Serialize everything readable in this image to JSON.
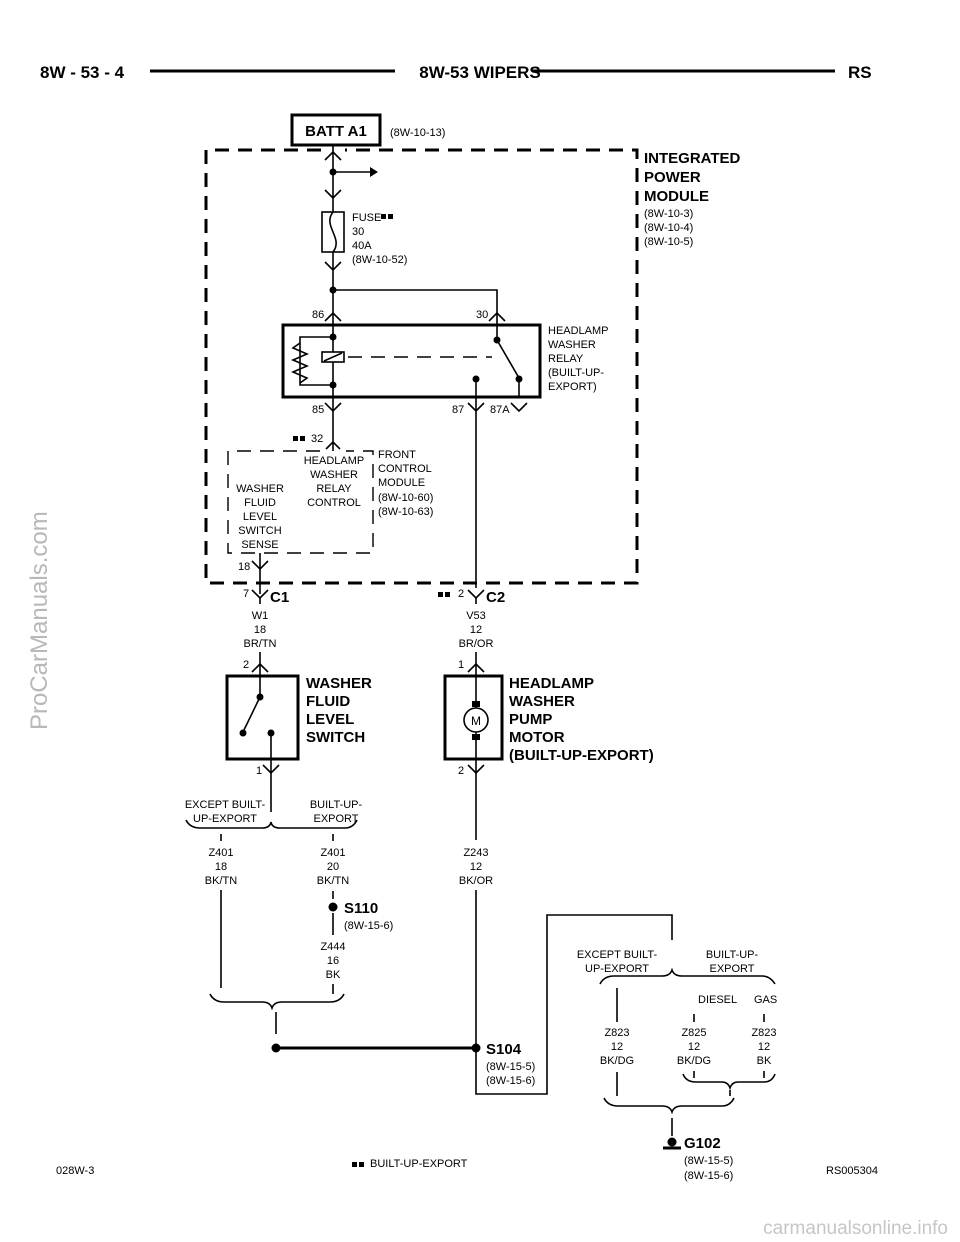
{
  "header": {
    "left": "8W - 53 - 4",
    "center": "8W-53 WIPERS",
    "right": "RS"
  },
  "batt": {
    "label": "BATT A1",
    "ref": "(8W-10-13)"
  },
  "ipm": {
    "title_lines": [
      "INTEGRATED",
      "POWER",
      "MODULE"
    ],
    "refs": [
      "(8W-10-3)",
      "(8W-10-4)",
      "(8W-10-5)"
    ]
  },
  "fuse": {
    "lines": [
      "FUSE",
      "30",
      "40A",
      "(8W-10-52)"
    ]
  },
  "relay": {
    "pins": {
      "p86": "86",
      "p30": "30",
      "p85": "85",
      "p87": "87",
      "p87a": "87A"
    },
    "label_lines": [
      "HEADLAMP",
      "WASHER",
      "RELAY",
      "(BUILT-UP-",
      "EXPORT)"
    ]
  },
  "fcm": {
    "pin32": "32",
    "pin18": "18",
    "relay_control_lines": [
      "HEADLAMP",
      "WASHER",
      "RELAY",
      "CONTROL"
    ],
    "sense_lines": [
      "WASHER",
      "FLUID",
      "LEVEL",
      "SWITCH",
      "SENSE"
    ],
    "label_lines": [
      "FRONT",
      "CONTROL",
      "MODULE",
      "(8W-10-60)",
      "(8W-10-63)"
    ]
  },
  "connectors": {
    "c1": {
      "name": "C1",
      "pin": "7"
    },
    "c2": {
      "name": "C2",
      "pin": "2"
    }
  },
  "wires": {
    "w1": [
      "W1",
      "18",
      "BR/TN"
    ],
    "v53": [
      "V53",
      "12",
      "BR/OR"
    ],
    "z401a": [
      "Z401",
      "18",
      "BK/TN"
    ],
    "z401b": [
      "Z401",
      "20",
      "BK/TN"
    ],
    "z243": [
      "Z243",
      "12",
      "BK/OR"
    ],
    "z444": [
      "Z444",
      "16",
      "BK"
    ],
    "z823a": [
      "Z823",
      "12",
      "BK/DG"
    ],
    "z825": [
      "Z825",
      "12",
      "BK/DG"
    ],
    "z823b": [
      "Z823",
      "12",
      "BK"
    ]
  },
  "washer_switch": {
    "title_lines": [
      "WASHER",
      "FLUID",
      "LEVEL",
      "SWITCH"
    ],
    "pin_top": "2",
    "pin_bottom": "1"
  },
  "pump": {
    "title_lines": [
      "HEADLAMP",
      "WASHER",
      "PUMP",
      "MOTOR",
      "(BUILT-UP-EXPORT)"
    ],
    "pin_top": "1",
    "pin_bottom": "2",
    "motor": "M"
  },
  "options": {
    "except_lines": [
      "EXCEPT BUILT-",
      "UP-EXPORT"
    ],
    "built_lines": [
      "BUILT-UP-",
      "EXPORT"
    ],
    "diesel": "DIESEL",
    "gas": "GAS"
  },
  "splices": {
    "s110": {
      "name": "S110",
      "ref": "(8W-15-6)"
    },
    "s104": {
      "name": "S104",
      "refs": [
        "(8W-15-5)",
        "(8W-15-6)"
      ]
    }
  },
  "ground": {
    "name": "G102",
    "refs": [
      "(8W-15-5)",
      "(8W-15-6)"
    ]
  },
  "footer": {
    "left": "028W-3",
    "legend": "BUILT-UP-EXPORT",
    "right": "RS005304"
  },
  "watermarks": {
    "side": "ProCarManuals.com",
    "bottom": "carmanualsonline.info"
  }
}
